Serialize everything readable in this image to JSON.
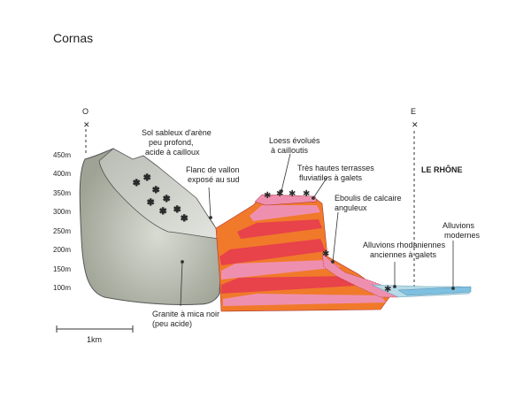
{
  "title": "Cornas",
  "orientation": {
    "west": "O",
    "east": "E"
  },
  "altitudes": [
    "450m",
    "400m",
    "350m",
    "300m",
    "250m",
    "200m",
    "150m",
    "100m"
  ],
  "scale_label": "1km",
  "river_label": "LE RHÔNE",
  "annotations": {
    "sol": [
      "Sol sableux d'arène",
      "peu profond,",
      "acide à cailloux"
    ],
    "flanc": [
      "Flanc de vallon",
      "exposé au sud"
    ],
    "loess": [
      "Loess évolués",
      "à cailloutis"
    ],
    "terrasses": [
      "Très hautes terrasses",
      "fluviatiles à galets"
    ],
    "eboulis": [
      "Eboulis de calcaire",
      "anguleux"
    ],
    "alluvions_rhod": [
      "Alluvions rhodaniennes",
      "anciennes à galets"
    ],
    "alluvions_mod": [
      "Alluvions",
      "modernes"
    ],
    "granite": [
      "Granite à mica noir",
      "(peu acide)"
    ]
  },
  "colors": {
    "granite": "#a9aea3",
    "soil": "#cfd1cc",
    "orange": "#f07a2a",
    "red": "#e8424a",
    "pink": "#ef8fb0",
    "water": "#7fc0e0",
    "vine": "#2b2b2b"
  }
}
